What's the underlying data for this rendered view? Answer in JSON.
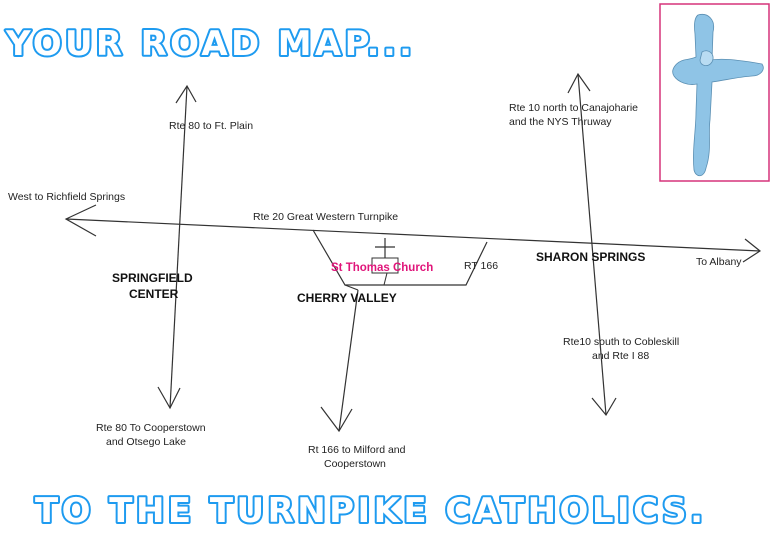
{
  "banner": {
    "top": "YOUR ROAD MAP...",
    "bottom": "TO THE TURNPIKE CATHOLICS.",
    "color": "#1e9bf0"
  },
  "labels": {
    "rte80_north": "Rte 80 to Ft. Plain",
    "west": "West to Richfield Springs",
    "rte20": "Rte 20 Great Western Turnpike",
    "rte10_north_1": "Rte 10 north to Canajoharie",
    "rte10_north_2": "and the NYS Thruway",
    "east": "To Albany",
    "rt166": "RT 166",
    "rte10_south_1": "Rte10 south to Cobleskill",
    "rte10_south_2": "and Rte I 88",
    "rte80_south_1": "Rte 80 To Cooperstown",
    "rte80_south_2": "and Otsego Lake",
    "rt166_south_1": "Rt 166 to Milford and",
    "rt166_south_2": "Cooperstown"
  },
  "towns": {
    "springfield_1": "SPRINGFIELD",
    "springfield_2": "CENTER",
    "cherry_valley": "CHERRY VALLEY",
    "sharon_springs": "SHARON SPRINGS"
  },
  "church": {
    "name": "St Thomas Church",
    "color": "#e0157a"
  },
  "inset": {
    "border_color": "#d6337a",
    "cross_color": "#8fc4e6"
  }
}
